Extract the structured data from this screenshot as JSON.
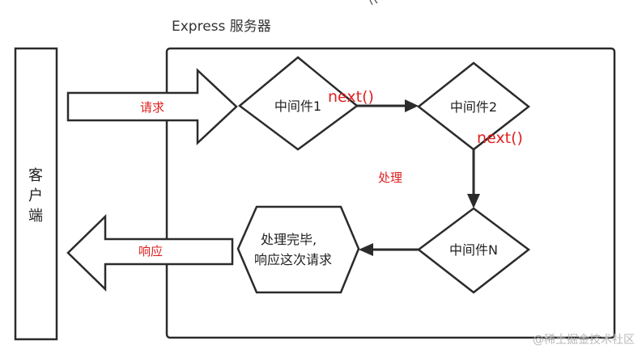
{
  "diagram": {
    "server_title": "Express 服务器",
    "client_label_chars": [
      "客",
      "户",
      "端"
    ],
    "request_label": "请求",
    "response_label": "响应",
    "middleware_1": "中间件1",
    "middleware_2": "中间件2",
    "middleware_n": "中间件N",
    "next_label_1": "next()",
    "next_label_2": "next()",
    "process_label": "处理",
    "result_line_1": "处理完毕,",
    "result_line_2": "响应这次请求",
    "watermark": "@稀土掘金技术社区",
    "colors": {
      "stroke": "#2b2b2b",
      "accent_red": "#e02020",
      "background": "#ffffff",
      "watermark": "#b8b8b8"
    }
  }
}
